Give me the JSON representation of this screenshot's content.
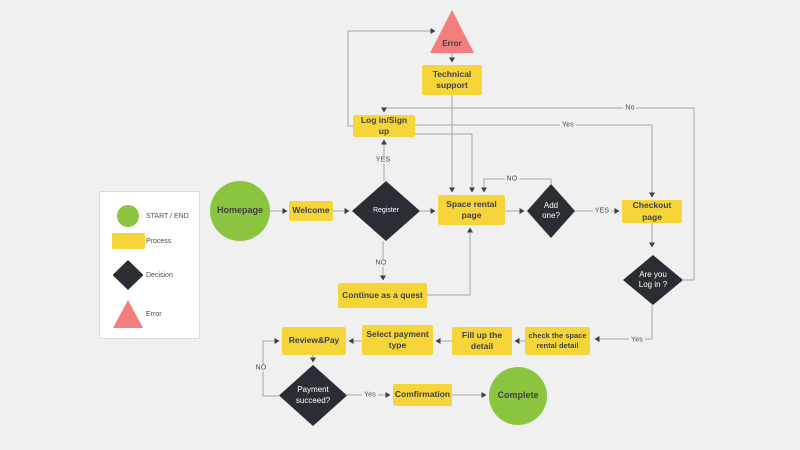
{
  "colors": {
    "background": "#f0f0f1",
    "process": "#f6d53a",
    "start_end": "#8bc53f",
    "decision": "#2a2d34",
    "error": "#f47d7d",
    "line": "#a3a6aa",
    "arrow": "#3c3f44",
    "node_text": "#3e3f43",
    "decision_text": "#ffffff",
    "label_text": "#4c4c4c",
    "panel_border": "#dcdcdc",
    "panel_bg": "#ffffff"
  },
  "legend": {
    "items": [
      {
        "shape": "start-end",
        "label": "START / END"
      },
      {
        "shape": "process",
        "label": "Process"
      },
      {
        "shape": "decision",
        "label": "Decision"
      },
      {
        "shape": "error",
        "label": "Error"
      }
    ]
  },
  "nodes": {
    "error": {
      "type": "error",
      "label": "Error"
    },
    "technical_support": {
      "type": "process",
      "label": "Technical support"
    },
    "login_signup": {
      "type": "process",
      "label": "Log in/Sign up"
    },
    "homepage": {
      "type": "start",
      "label": "Homepage"
    },
    "welcome": {
      "type": "process",
      "label": "Welcome"
    },
    "register": {
      "type": "decision",
      "label": "Register"
    },
    "space_rental_page": {
      "type": "process",
      "label": "Space rental page"
    },
    "add_one": {
      "type": "decision",
      "label": "Add one?"
    },
    "checkout_page": {
      "type": "process",
      "label": "Checkout page"
    },
    "are_you_login": {
      "type": "decision",
      "label": "Are you Log in ?"
    },
    "continue_as_quest": {
      "type": "process",
      "label": "Continue as a quest"
    },
    "check_space_rental_detail": {
      "type": "process",
      "label": "check the space rental detail"
    },
    "fill_up_detail": {
      "type": "process",
      "label": "Fill up the detail"
    },
    "select_payment_type": {
      "type": "process",
      "label": "Select payment type"
    },
    "review_pay": {
      "type": "process",
      "label": "Review&Pay"
    },
    "payment_succeed": {
      "type": "decision",
      "label": "Payment succeed?"
    },
    "comfirmation": {
      "type": "process",
      "label": "Comfirmation"
    },
    "complete": {
      "type": "end",
      "label": "Complete"
    }
  },
  "edge_labels": {
    "register_yes": "YES",
    "register_no": "NO",
    "add_one_no": "NO",
    "add_one_yes": "YES",
    "are_you_login_no": "No",
    "login_to_checkout_yes": "Yes",
    "are_you_login_yes": "Yes",
    "payment_yes": "Yes",
    "payment_no": "NO"
  }
}
